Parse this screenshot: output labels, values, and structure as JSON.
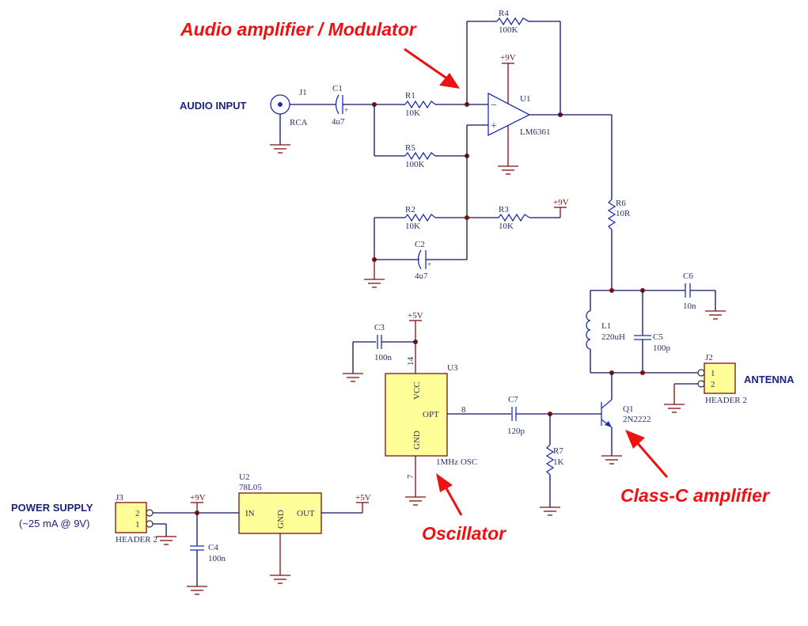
{
  "annotations": {
    "audio_amp": "Audio amplifier / Modulator",
    "oscillator": "Oscillator",
    "class_c": "Class-C amplifier"
  },
  "labels": {
    "audio_input": "AUDIO INPUT",
    "antenna": "ANTENNA",
    "power_supply": "POWER SUPPLY",
    "power_supply_note": "(~25 mA @ 9V)"
  },
  "components": {
    "J1": {
      "ref": "J1",
      "value": "RCA"
    },
    "C1": {
      "ref": "C1",
      "value": "4u7"
    },
    "R1": {
      "ref": "R1",
      "value": "10K"
    },
    "R4": {
      "ref": "R4",
      "value": "100K"
    },
    "R5": {
      "ref": "R5",
      "value": "100K"
    },
    "U1": {
      "ref": "U1",
      "value": "LM6361"
    },
    "R2": {
      "ref": "R2",
      "value": "10K"
    },
    "R3": {
      "ref": "R3",
      "value": "10K"
    },
    "C2": {
      "ref": "C2",
      "value": "4u7"
    },
    "R6": {
      "ref": "R6",
      "value": "10R"
    },
    "C6": {
      "ref": "C6",
      "value": "10n"
    },
    "L1": {
      "ref": "L1",
      "value": "220uH"
    },
    "C5": {
      "ref": "C5",
      "value": "100p"
    },
    "J2": {
      "ref": "J2",
      "value": "HEADER 2",
      "pin1": "1",
      "pin2": "2"
    },
    "Q1": {
      "ref": "Q1",
      "value": "2N2222"
    },
    "C3": {
      "ref": "C3",
      "value": "100n"
    },
    "U3": {
      "ref": "U3",
      "value": "1MHz OSC",
      "vcc": "VCC",
      "gnd": "GND",
      "opt": "OPT",
      "pin_vcc": "14",
      "pin_gnd": "7",
      "pin_opt": "8"
    },
    "C7": {
      "ref": "C7",
      "value": "120p"
    },
    "R7": {
      "ref": "R7",
      "value": "1K"
    },
    "J3": {
      "ref": "J3",
      "value": "HEADER 2",
      "pin1": "1",
      "pin2": "2"
    },
    "C4": {
      "ref": "C4",
      "value": "100n"
    },
    "U2": {
      "ref": "U2",
      "value": "78L05",
      "in": "IN",
      "gnd": "GND",
      "out": "OUT"
    }
  },
  "power_nets": {
    "plus9v": "+9V",
    "plus5v": "+5V"
  },
  "opamp_symbols": {
    "minus": "−",
    "plus": "+"
  },
  "cap_polarity": "+"
}
